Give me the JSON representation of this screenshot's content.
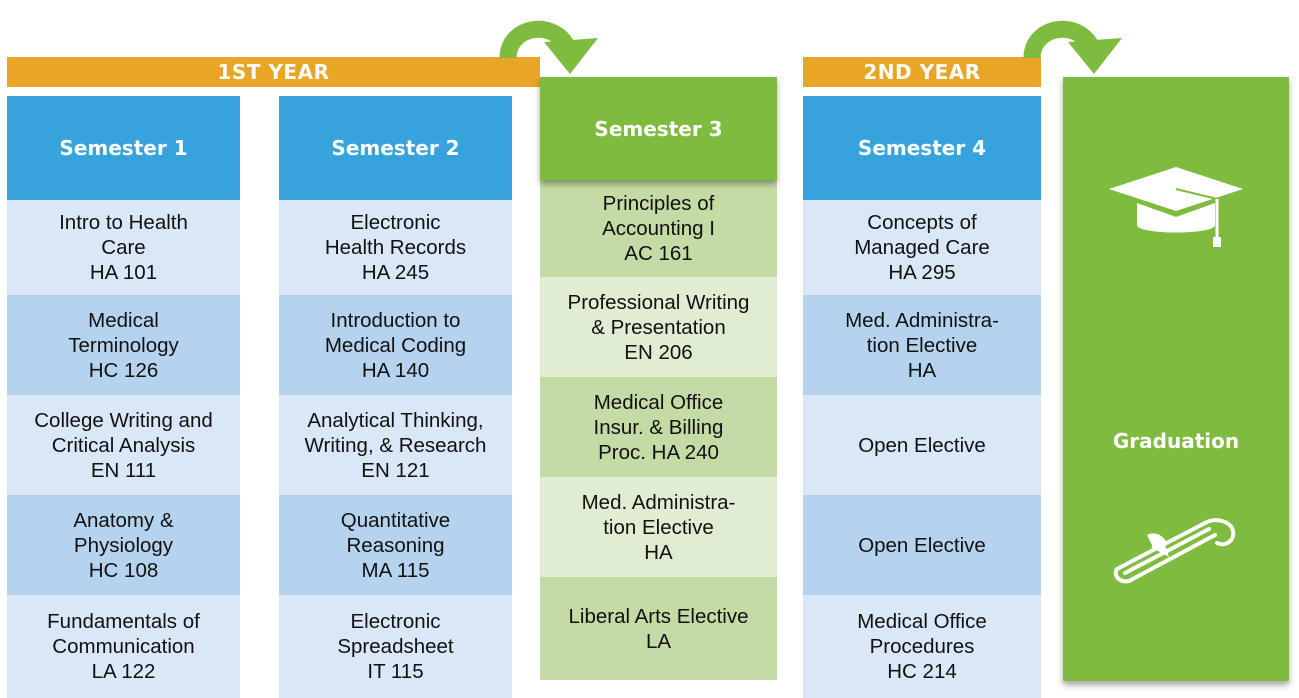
{
  "year_bars": [
    {
      "label": "1ST YEAR"
    },
    {
      "label": "2ND YEAR"
    }
  ],
  "semesters": [
    {
      "title": "Semester 1",
      "courses": [
        "Intro to Health\nCare\nHA 101",
        "Medical\nTerminology\nHC 126",
        "College Writing and\nCritical Analysis\nEN 111",
        "Anatomy &\nPhysiology\nHC 108",
        "Fundamentals of\nCommunication\nLA 122"
      ]
    },
    {
      "title": "Semester 2",
      "courses": [
        "Electronic\nHealth Records\nHA 245",
        "Introduction to\nMedical Coding\nHA 140",
        "Analytical Thinking,\nWriting, & Research\nEN 121",
        "Quantitative\nReasoning\nMA 115",
        "Electronic\nSpreadsheet\nIT 115"
      ]
    },
    {
      "title": "Semester 3",
      "courses": [
        "Principles of\nAccounting I\nAC 161",
        "Professional Writing\n& Presentation\nEN 206",
        "Medical Office\nInsur. & Billing\nProc. HA 240",
        "Med. Administra-\ntion Elective\nHA",
        "Liberal Arts Elective\nLA"
      ]
    },
    {
      "title": "Semester 4",
      "courses": [
        "Concepts of\nManaged Care\nHA 295",
        "Med. Administra-\ntion Elective\nHA",
        "Open Elective",
        "Open Elective",
        "Medical Office\nProcedures\nHC 214"
      ]
    }
  ],
  "graduation": {
    "label": "Graduation",
    "icons": [
      "graduation-cap-icon",
      "diploma-icon"
    ]
  },
  "colors": {
    "year_bar": "#e8a526",
    "semester_header": "#36a3dc",
    "course_light": "#d9e7f6",
    "course_dark": "#b5d3ef",
    "green": "#7fbb3f",
    "green_course_dark": "#c5dba5",
    "green_course_light": "#e1edd2"
  }
}
